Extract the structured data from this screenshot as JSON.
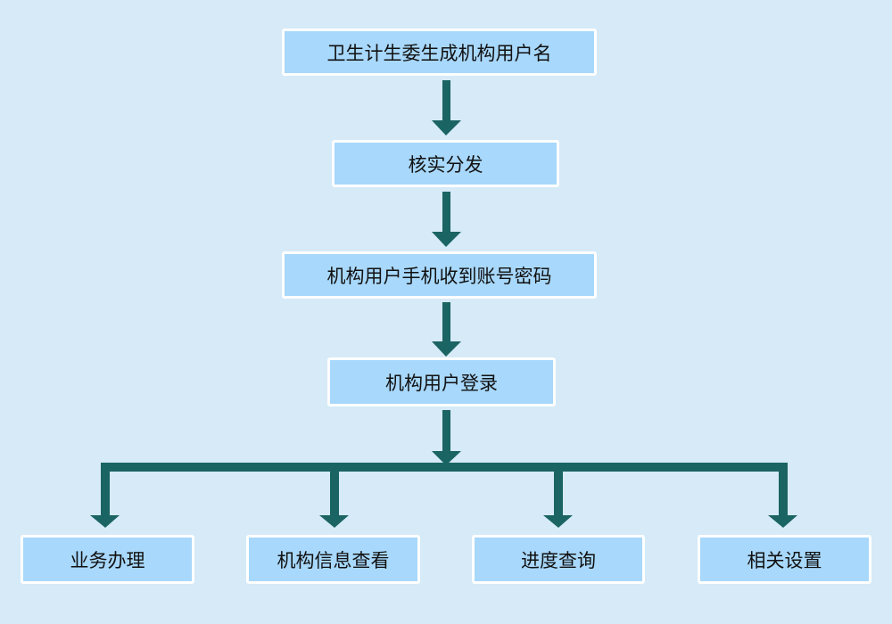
{
  "flow": {
    "step1": "卫生计生委生成机构用户名",
    "step2": "核实分发",
    "step3": "机构用户手机收到账号密码",
    "step4": "机构用户登录",
    "branches": [
      "业务办理",
      "机构信息查看",
      "进度查询",
      "相关设置"
    ]
  },
  "colors": {
    "background": "#d6eaf8",
    "box_fill": "#a8d8fb",
    "box_border": "#ffffff",
    "arrow": "#1b6464"
  }
}
